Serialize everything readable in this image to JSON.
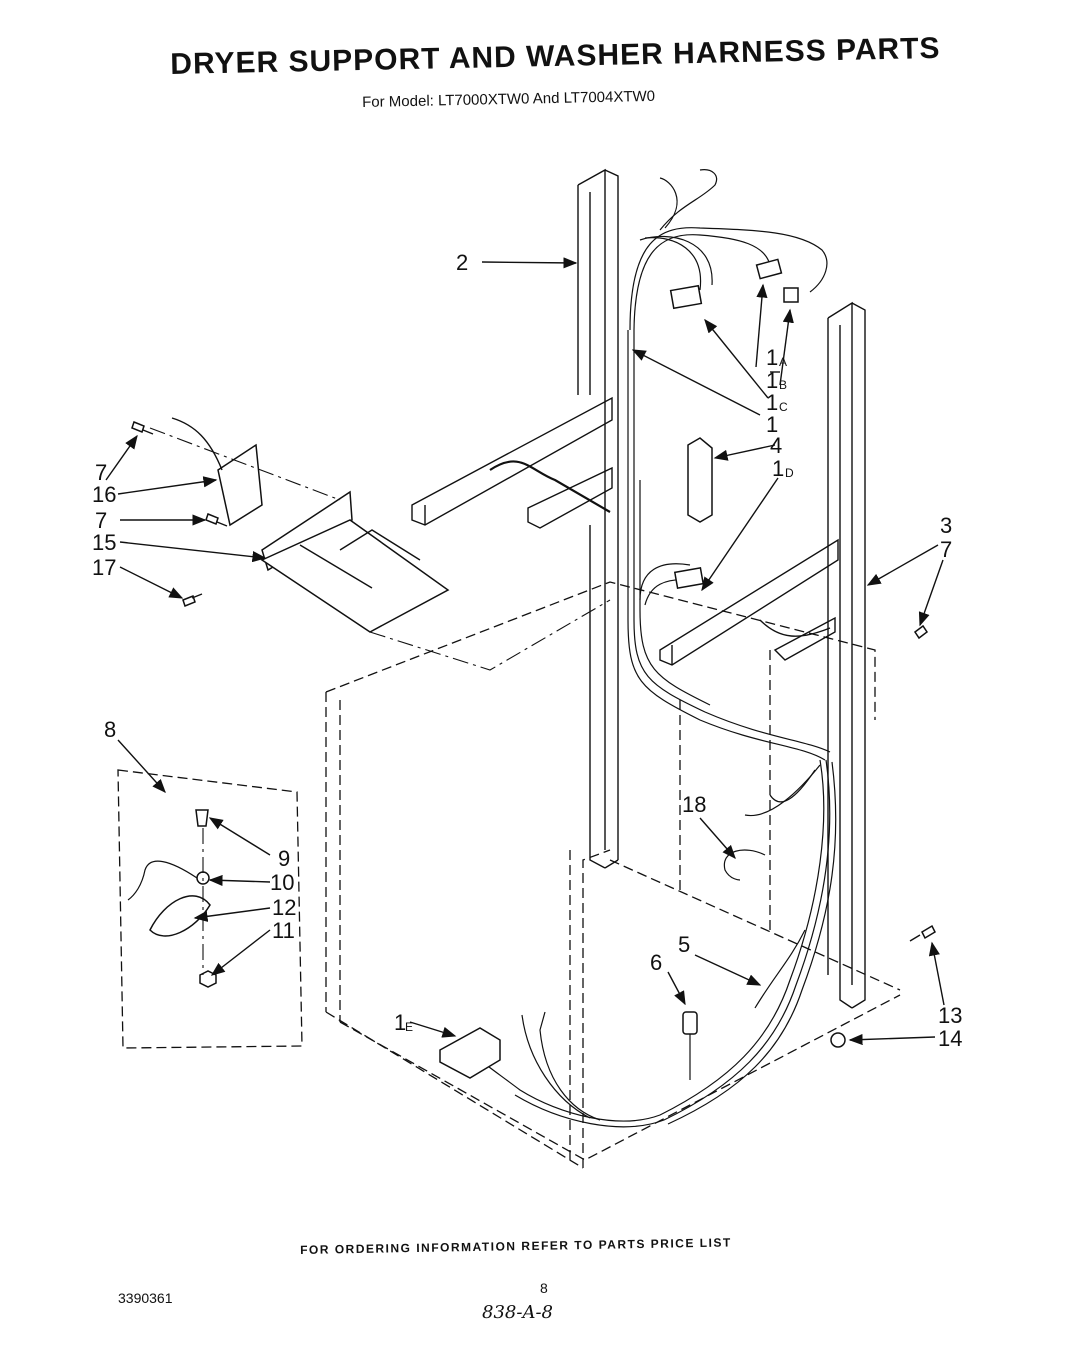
{
  "header": {
    "title": "DRYER SUPPORT AND WASHER HARNESS PARTS",
    "subtitle": "For Model: LT7000XTW0 And LT7004XTW0"
  },
  "footer": {
    "ordering_note": "FOR ORDERING INFORMATION REFER TO PARTS PRICE LIST",
    "page_number": "8",
    "document_number": "3390361",
    "handwritten_code": "838-A-8"
  },
  "callouts": {
    "c1": "1",
    "c1a": "1",
    "c1a_sub": "A",
    "c1b": "1",
    "c1b_sub": "B",
    "c1c": "1",
    "c1c_sub": "C",
    "c1d": "1",
    "c1d_sub": "D",
    "c1e": "1",
    "c1e_sub": "E",
    "c2": "2",
    "c3": "3",
    "c4": "4",
    "c5": "5",
    "c6": "6",
    "c7a": "7",
    "c7b": "7",
    "c7c": "7",
    "c8": "8",
    "c9": "9",
    "c10": "10",
    "c11": "11",
    "c12": "12",
    "c13": "13",
    "c14": "14",
    "c15": "15",
    "c16": "16",
    "c17": "17",
    "c18": "18"
  }
}
